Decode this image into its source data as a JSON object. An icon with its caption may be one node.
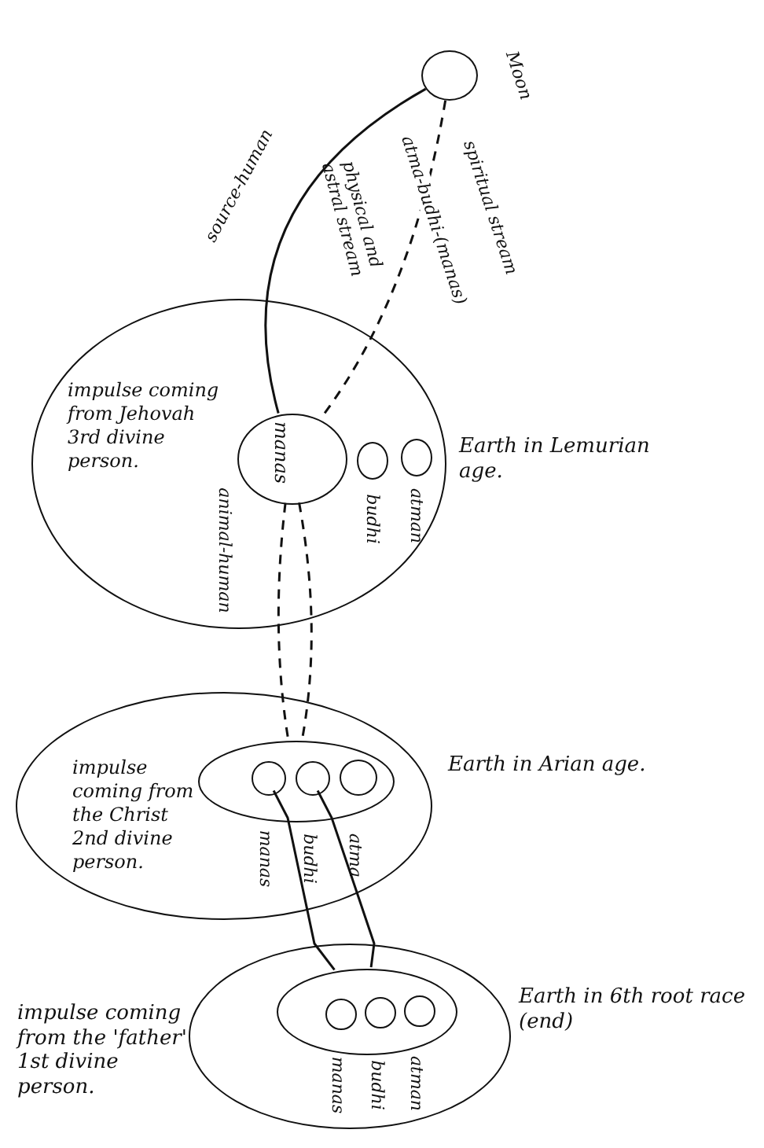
{
  "diagram": {
    "nodes": [
      {
        "text": [],
        "shape": "circle",
        "beside": [
          "Moon"
        ]
      },
      {
        "text": [
          "impulse coming from Jehovah 3rd divine person."
        ],
        "beside": [
          "Earth in Lemurian age."
        ]
      },
      {
        "text": [
          "manas"
        ],
        "in": 1,
        "beside": [
          "animal-human"
        ]
      },
      {
        "text": [],
        "shape": "circle",
        "in": 1,
        "beside": [
          "budhi"
        ]
      },
      {
        "text": [],
        "shape": "circle",
        "in": 1,
        "beside": [
          "atman"
        ]
      },
      {
        "text": [
          "impulse coming from the Christ 2nd divine person."
        ],
        "beside": [
          "Earth in Arian age."
        ]
      },
      {
        "text": [],
        "shape": "circle",
        "in": 5
      },
      {
        "text": [],
        "shape": "circle",
        "in": 6,
        "beside": [
          "manas"
        ]
      },
      {
        "text": [],
        "shape": "circle",
        "in": 6,
        "beside": [
          "budhi"
        ]
      },
      {
        "text": [],
        "shape": "circle",
        "in": 6,
        "beside": [
          "atma"
        ]
      },
      {
        "text": [],
        "shape": "circle",
        "beside": [
          "impulse coming from the 'father' 1st divine person.",
          "Earth in 6th root race (end)"
        ]
      },
      {
        "text": [],
        "shape": "circle",
        "in": 10
      },
      {
        "text": [],
        "shape": "circle",
        "in": 11,
        "beside": [
          "manas"
        ]
      },
      {
        "text": [],
        "shape": "circle",
        "in": 11,
        "beside": [
          "budhi"
        ]
      },
      {
        "text": [],
        "shape": "circle",
        "in": 11,
        "beside": [
          "atman"
        ]
      }
    ],
    "edges": [
      {
        "from": 0,
        "to": 2,
        "arrow": "none",
        "label": "source-human"
      },
      {
        "from": 0,
        "to": 2,
        "arrow": "none",
        "style": "dashed",
        "label": "atma-budhi-(manas)"
      },
      {
        "from": 2,
        "to": 6,
        "arrow": "none",
        "style": "dashed"
      },
      {
        "from": 2,
        "to": 6,
        "arrow": "none",
        "style": "dashed"
      },
      {
        "from": 7,
        "to": 11,
        "arrow": "none"
      },
      {
        "from": 8,
        "to": 11,
        "arrow": "none"
      }
    ],
    "labels": [
      "spiritual stream",
      "physical and astral stream"
    ]
  }
}
